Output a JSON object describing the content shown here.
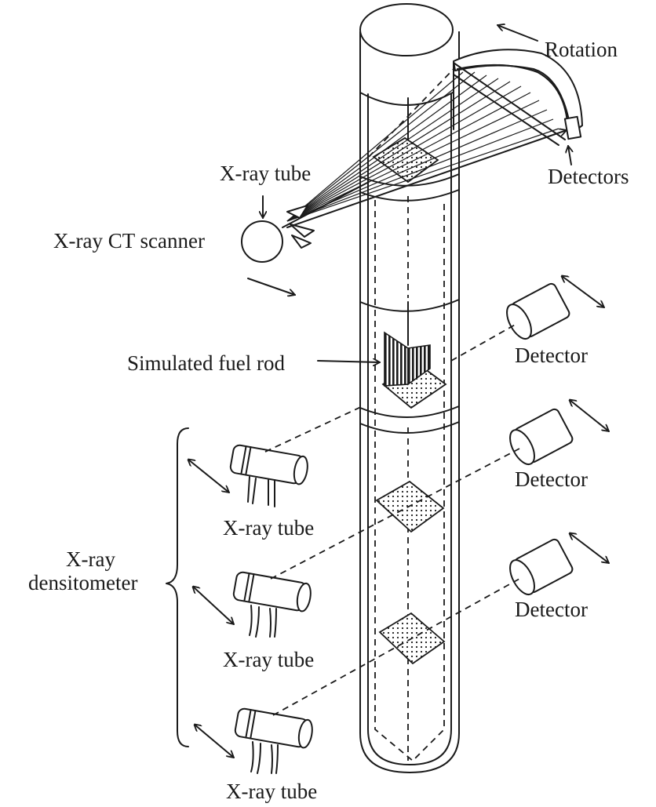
{
  "labels": {
    "rotation": "Rotation",
    "detectors": "Detectors",
    "ct_tube": "X-ray tube",
    "ct_scanner": "X-ray CT scanner",
    "fuel_rod": "Simulated fuel rod",
    "detector_1": "Detector",
    "detector_2": "Detector",
    "detector_3": "Detector",
    "tube_1": "X-ray tube",
    "tube_2": "X-ray tube",
    "tube_3": "X-ray tube",
    "densitometer_line1": "X-ray",
    "densitometer_line2": "densitometer"
  }
}
